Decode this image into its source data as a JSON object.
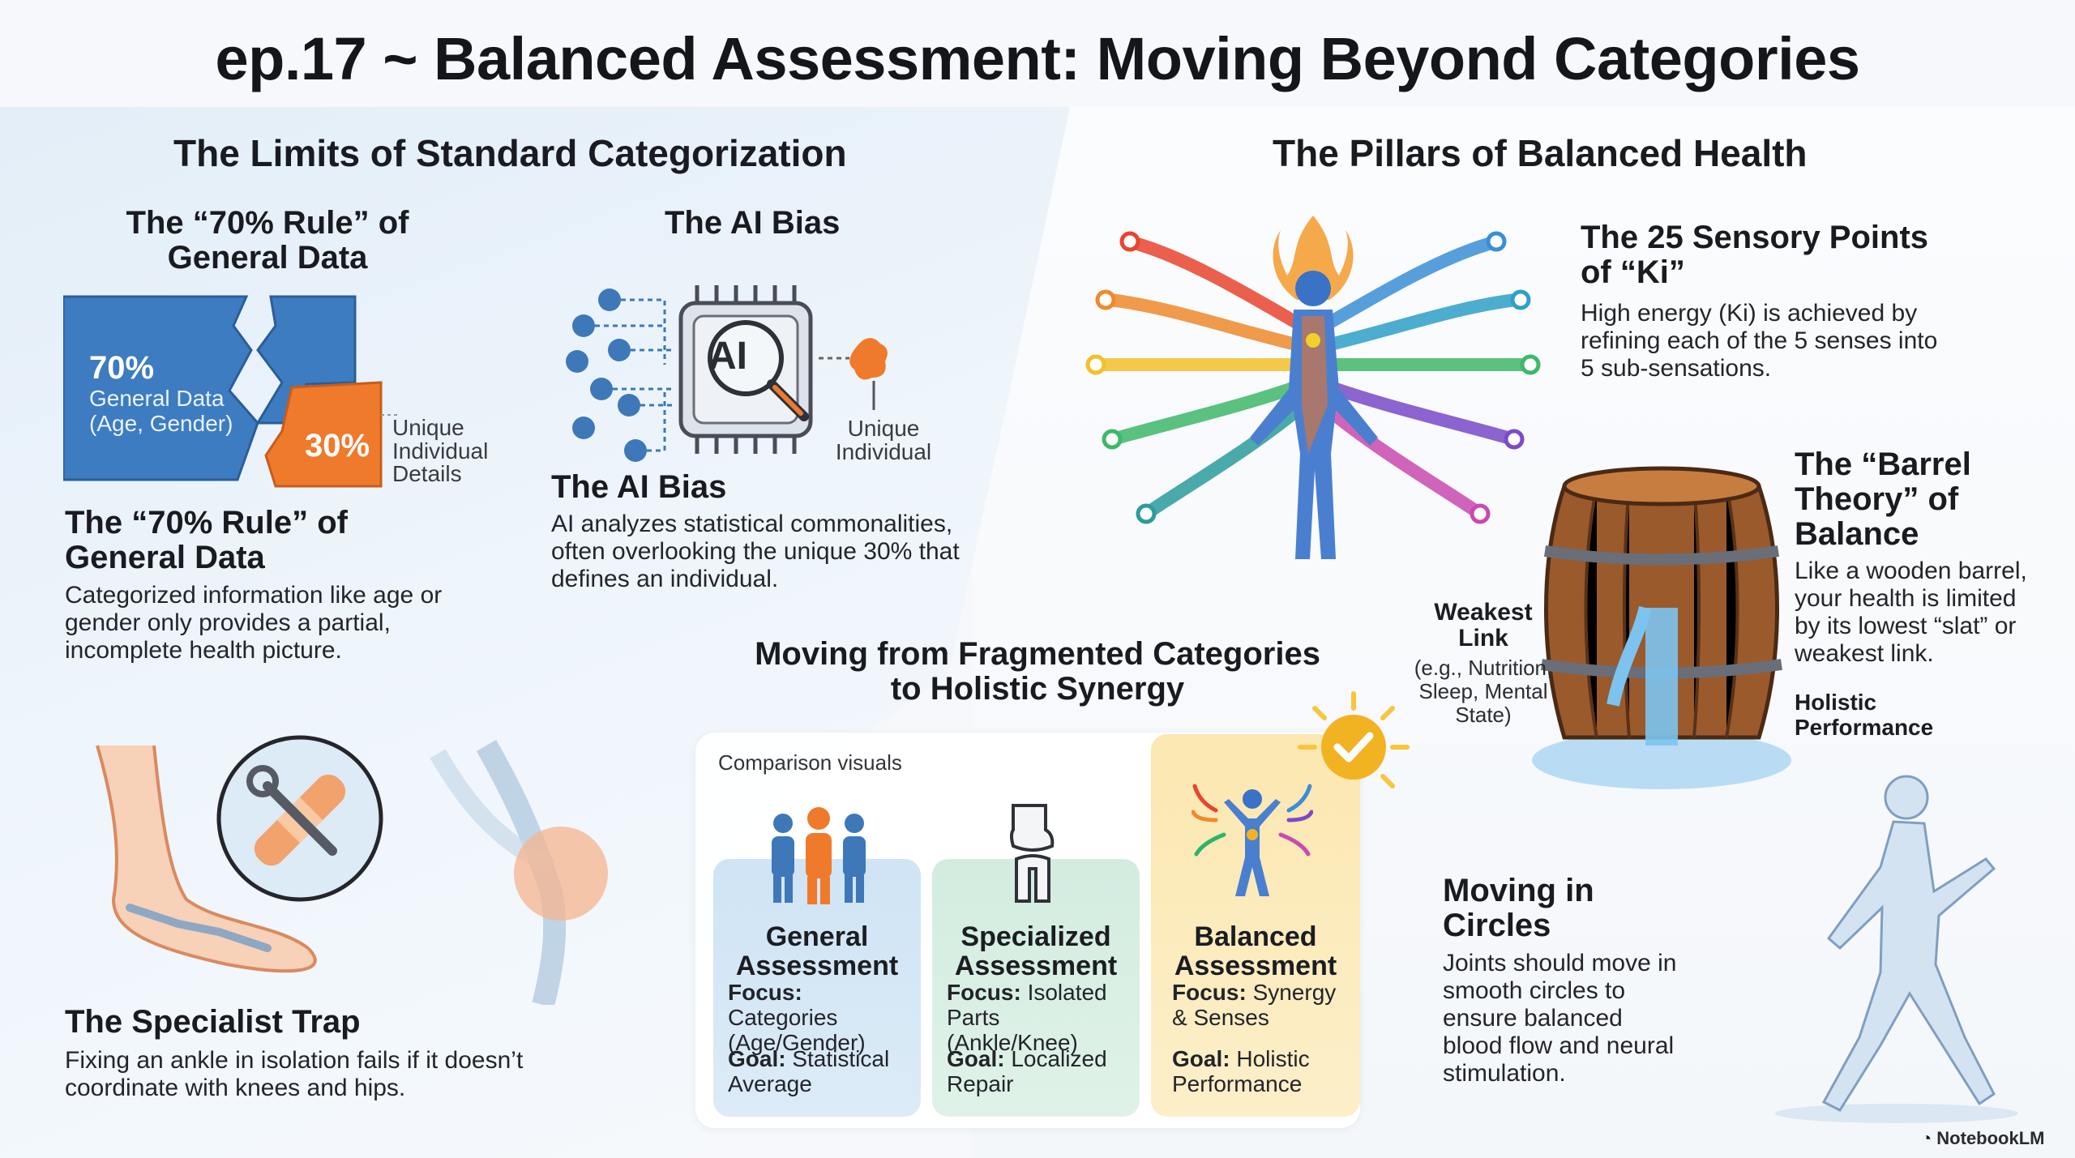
{
  "header": {
    "title": "ep.17 ~ Balanced Assessment: Moving Beyond Categories"
  },
  "left": {
    "section_title": "The Limits of Standard Categorization",
    "rule70": {
      "heading_top": "The “70% Rule” of General Data",
      "block_percent": "70%",
      "block_label": "General Data (Age, Gender)",
      "piece_percent": "30%",
      "piece_label": "Unique Individual Details",
      "heading": "The “70% Rule” of General Data",
      "body": "Categorized information like age or gender only provides a partial, incomplete health picture."
    },
    "ai_bias": {
      "heading_top": "The AI Bias",
      "chip_label": "AI",
      "unique_label": "Unique Individual",
      "heading": "The AI Bias",
      "body": "AI analyzes statistical commonalities, often overlooking the unique 30% that defines an individual."
    },
    "specialist": {
      "heading": "The Specialist Trap",
      "body": "Fixing an ankle in isolation fails if it doesn’t coordinate with knees and hips."
    }
  },
  "middle": {
    "heading": "Moving from Fragmented Categories to Holistic Synergy",
    "comparison_label": "Comparison visuals",
    "cards": [
      {
        "title": "General Assessment",
        "focus_key": "Focus:",
        "focus": "Categories (Age/Gender)",
        "goal_key": "Goal:",
        "goal": "Statistical Average"
      },
      {
        "title": "Specialized Assessment",
        "focus_key": "Focus:",
        "focus": "Isolated Parts (Ankle/Knee)",
        "goal_key": "Goal:",
        "goal": "Localized Repair"
      },
      {
        "title": "Balanced Assessment",
        "focus_key": "Focus:",
        "focus": "Synergy & Senses",
        "goal_key": "Goal:",
        "goal": "Holistic Performance"
      }
    ]
  },
  "right": {
    "section_title": "The Pillars of Balanced Health",
    "ki": {
      "heading": "The 25 Sensory Points of “Ki”",
      "body": "High energy (Ki) is achieved by refining each of the 5 senses into 5 sub-sensations."
    },
    "barrel": {
      "heading": "The “Barrel Theory” of Balance",
      "body": "Like a wooden barrel, your health is limited by its lowest “slat” or weakest link.",
      "extra": "Holistic Performance",
      "weakest_title": "Weakest Link",
      "weakest_examples": "(e.g., Nutrition, Sleep, Mental State)"
    },
    "circles": {
      "heading": "Moving in Circles",
      "body": "Joints should move in smooth circles to ensure balanced blood flow and neural stimulation."
    }
  },
  "footer": {
    "brand": "NotebookLM"
  },
  "colors": {
    "blue_block": "#3b7bbf",
    "orange_piece": "#ef7a2c",
    "card_blue": "#d3e7f6",
    "card_green": "#d6eee2",
    "card_gold": "#fce8b4",
    "check_gold": "#f2b322"
  }
}
